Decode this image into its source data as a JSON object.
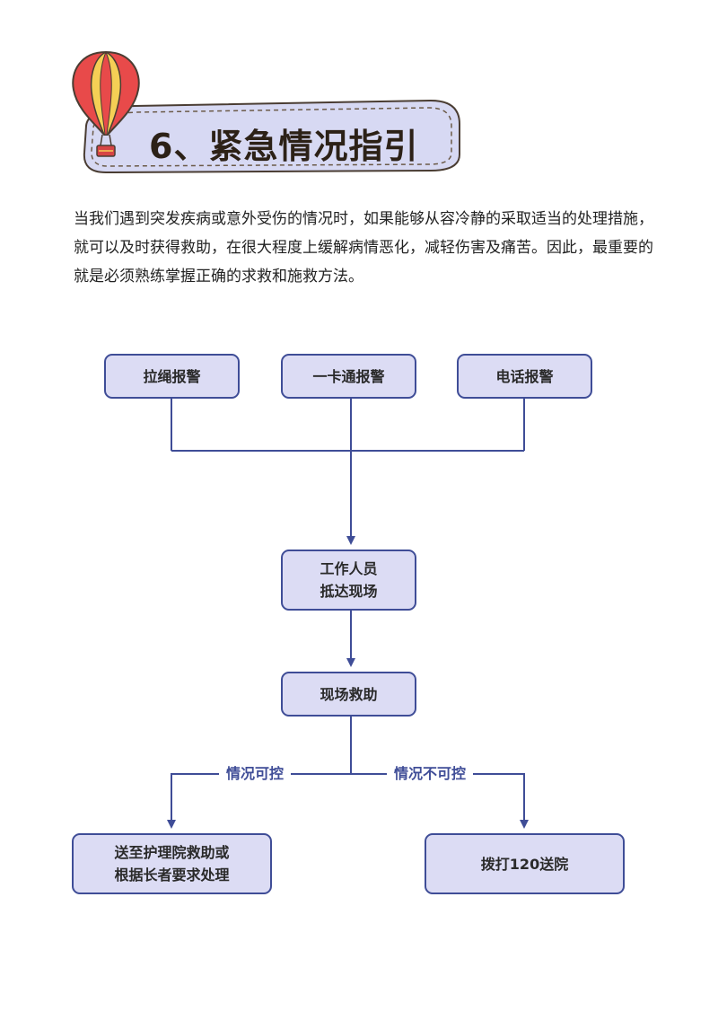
{
  "title": {
    "text": "6、紧急情况指引",
    "icon": "hot-air-balloon-icon",
    "banner_fill": "#d7d9f3",
    "banner_stitch": "#6b5a48"
  },
  "intro": "当我们遇到突发疾病或意外受伤的情况时，如果能够从容冷静的采取适当的处理措施，就可以及时获得救助，在很大程度上缓解病情恶化，减轻伤害及痛苦。因此，最重要的就是必须熟练掌握正确的求救和施救方法。",
  "flowchart": {
    "box_fill": "#dcdcf4",
    "line_color": "#3f4d97",
    "report_methods": [
      "拉绳报警",
      "一卡通报警",
      "电话报警"
    ],
    "staff_arrive": "工作人员\n抵达现场",
    "onsite_rescue": "现场救助",
    "branch_controllable": "情况可控",
    "branch_uncontrollable": "情况不可控",
    "outcome_controllable": "送至护理院救助或\n根据长者要求处理",
    "outcome_uncontrollable": "拨打120送院"
  }
}
